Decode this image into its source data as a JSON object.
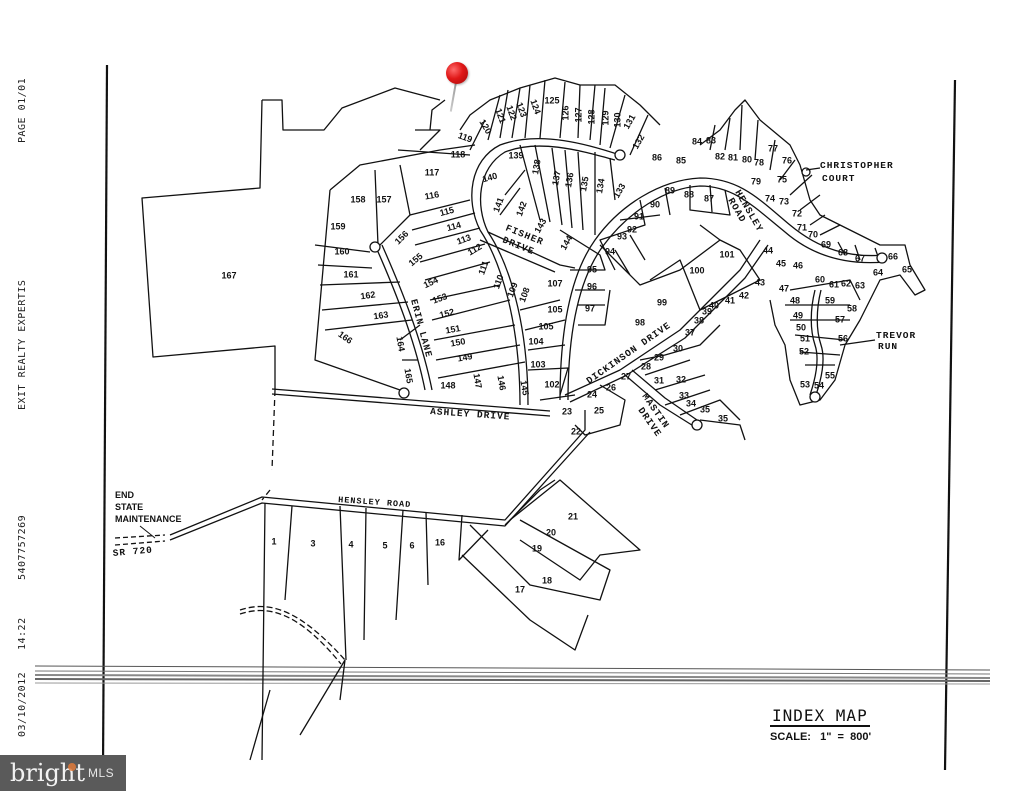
{
  "fax_header": {
    "page": "PAGE  01/01",
    "sender": "EXIT REALTY EXPERTIS",
    "phone": "5407757269",
    "time": "14:22",
    "date": "03/10/2012"
  },
  "map": {
    "title": "INDEX MAP",
    "scale": "SCALE:   1\"  =  800'",
    "roads": {
      "ashley_drive": "ASHLEY  DRIVE",
      "hensley_road_south": "HENSLEY ROAD",
      "hensley_road_north": [
        "HENSLEY",
        "ROAD"
      ],
      "fisher_drive": [
        "FISHER",
        "DRIVE"
      ],
      "erin_lane": "ERIN LANE",
      "dickinson_drive": "DICKINSON DRIVE",
      "mastin_drive": [
        "MASTIN",
        "DRIVE"
      ],
      "christopher_court": [
        "CHRISTOPHER",
        "COURT"
      ],
      "trevor_run": [
        "TREVOR",
        "RUN"
      ],
      "sr_720": "SR 720"
    },
    "notes": {
      "end_state_maintenance": [
        "END",
        "STATE",
        "MAINTENANCE"
      ]
    },
    "lots": {
      "l1": "1",
      "l3": "3",
      "l4": "4",
      "l5": "5",
      "l6": "6",
      "l16": "16",
      "l17": "17",
      "l18": "18",
      "l19": "19",
      "l20": "20",
      "l21": "21",
      "l22": "22",
      "l23": "23",
      "l24": "24",
      "l25": "25",
      "l26": "26",
      "l27": "27",
      "l28": "28",
      "l29": "29",
      "l30": "30",
      "l31": "31",
      "l32": "32",
      "l33": "33",
      "l34": "34",
      "l35a": "35",
      "l35b": "35",
      "l37": "37",
      "l38": "38",
      "l39": "39",
      "l40": "40",
      "l41": "41",
      "l42": "42",
      "l43": "43",
      "l44": "44",
      "l45": "45",
      "l46": "46",
      "l47": "47",
      "l48": "48",
      "l49": "49",
      "l50": "50",
      "l51": "51",
      "l52": "52",
      "l53": "53",
      "l54": "54",
      "l55": "55",
      "l56": "56",
      "l57": "57",
      "l58": "58",
      "l59": "59",
      "l60": "60",
      "l61": "61",
      "l62": "62",
      "l63": "63",
      "l64": "64",
      "l65": "65",
      "l66": "66",
      "l67": "67",
      "l68": "68",
      "l69": "69",
      "l70": "70",
      "l71": "71",
      "l72": "72",
      "l73": "73",
      "l74": "74",
      "l75": "75",
      "l76": "76",
      "l77": "77",
      "l78": "78",
      "l79": "79",
      "l80": "80",
      "l81": "81",
      "l82": "82",
      "l83": "83",
      "l84": "84",
      "l85": "85",
      "l86": "86",
      "l87": "87",
      "l88": "88",
      "l89": "89",
      "l90": "90",
      "l91": "91",
      "l92": "92",
      "l93": "93",
      "l94": "94",
      "l95": "95",
      "l96": "96",
      "l97": "97",
      "l98": "98",
      "l99": "99",
      "l100": "100",
      "l101": "101",
      "l102": "102",
      "l103": "103",
      "l104": "104",
      "l105a": "105",
      "l105b": "105",
      "l107": "107",
      "l108": "108",
      "l109": "109",
      "l110": "110",
      "l111": "111",
      "l112": "112",
      "l113": "113",
      "l114": "114",
      "l115": "115",
      "l116": "116",
      "l117": "117",
      "l118": "118",
      "l119": "119",
      "l120": "120",
      "l121": "121",
      "l122": "122",
      "l123": "123",
      "l124": "124",
      "l125": "125",
      "l126": "126",
      "l127": "127",
      "l128": "128",
      "l129": "129",
      "l130": "130",
      "l131": "131",
      "l132": "132",
      "l133": "133",
      "l134": "134",
      "l135": "135",
      "l136": "136",
      "l137": "137",
      "l138": "138",
      "l139": "139",
      "l140": "140",
      "l141": "141",
      "l142": "142",
      "l143": "143",
      "l144": "144",
      "l145": "145",
      "l146": "146",
      "l147": "147",
      "l148": "148",
      "l149": "149",
      "l150": "150",
      "l151": "151",
      "l152": "152",
      "l153": "153",
      "l154": "154",
      "l155": "155",
      "l156": "156",
      "l157": "157",
      "l158": "158",
      "l159": "159",
      "l160": "160",
      "l161": "161",
      "l162": "162",
      "l163": "163",
      "l164": "164",
      "l165": "165",
      "l166": "166",
      "l167": "167"
    },
    "marker": {
      "color": "#e01818"
    }
  },
  "watermark": {
    "brand": "bright",
    "suffix": "MLS"
  }
}
